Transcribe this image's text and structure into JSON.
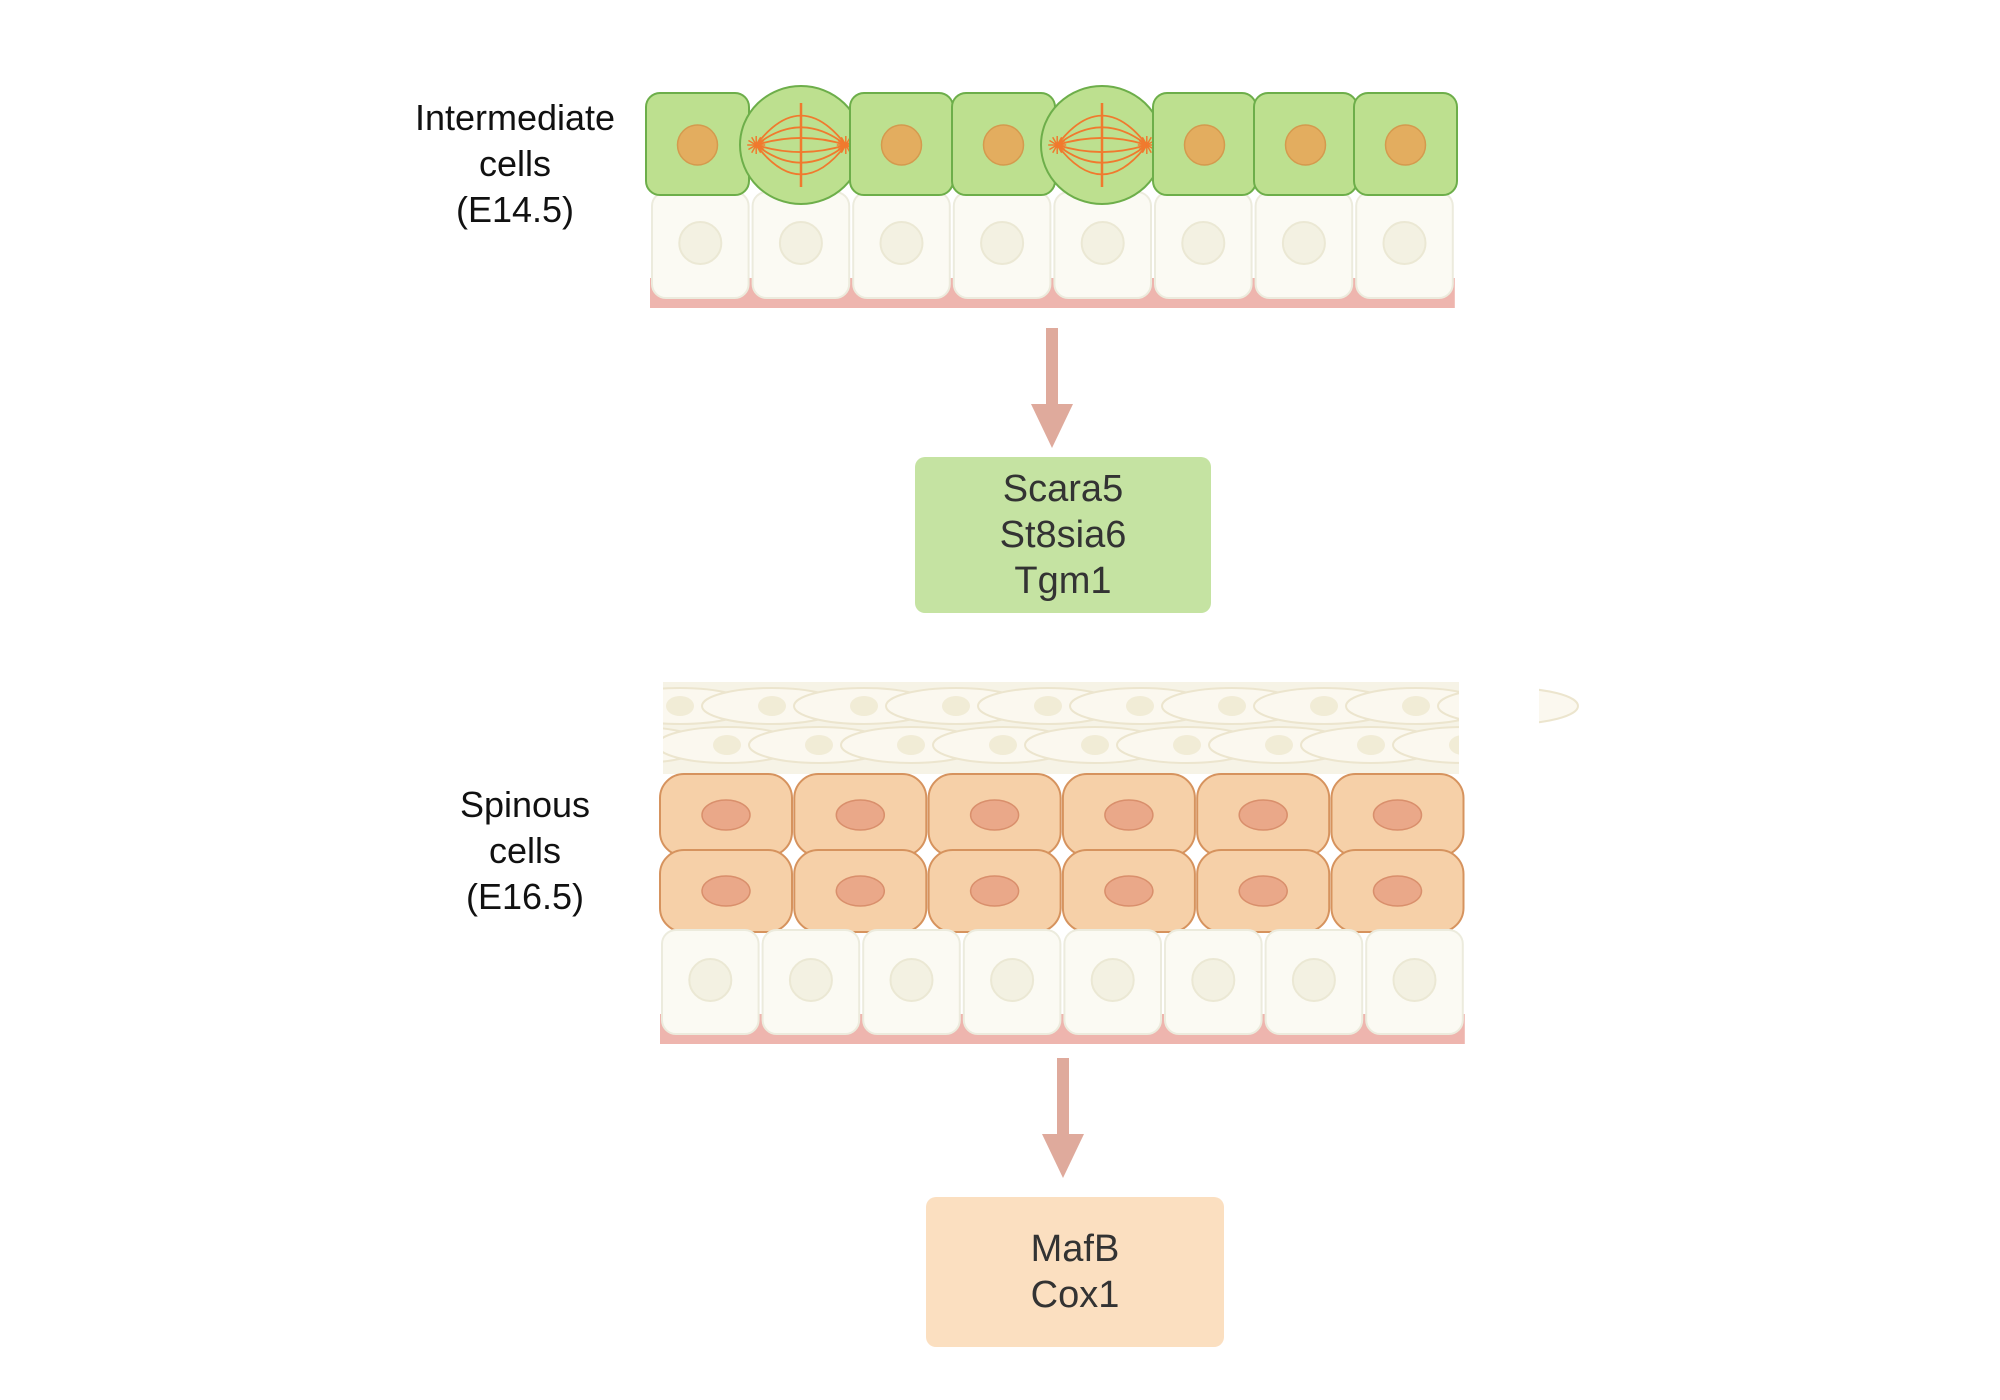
{
  "stages": [
    {
      "label_lines": [
        "Intermediate",
        "cells",
        "(E14.5)"
      ]
    },
    {
      "label_lines": [
        "Spinous",
        "cells",
        "(E16.5)"
      ]
    }
  ],
  "markers": [
    {
      "genes": [
        "Scara5",
        "St8sia6",
        "Tgm1"
      ],
      "color": "#c5e3a2"
    },
    {
      "genes": [
        "MafB",
        "Cox1"
      ],
      "color": "#fbdfc0"
    }
  ],
  "colors": {
    "intermediate_cell": "#bde08f",
    "intermediate_border": "#6dae4a",
    "intermediate_nucleus": "#e3ad5f",
    "spindle": "#f07a2e",
    "basal_cell": "#fbfaf3",
    "basal_border": "#ecebdd",
    "basement_membrane": "#eeb5ae",
    "spinous_cell": "#f6d0a8",
    "spinous_border": "#d6935e",
    "spinous_nucleus": "#eaa889",
    "periderm": "#f6f2e4",
    "arrow": "#dfaa9c"
  },
  "icons": [
    "down-arrow-icon",
    "mitotic-spindle-icon"
  ]
}
